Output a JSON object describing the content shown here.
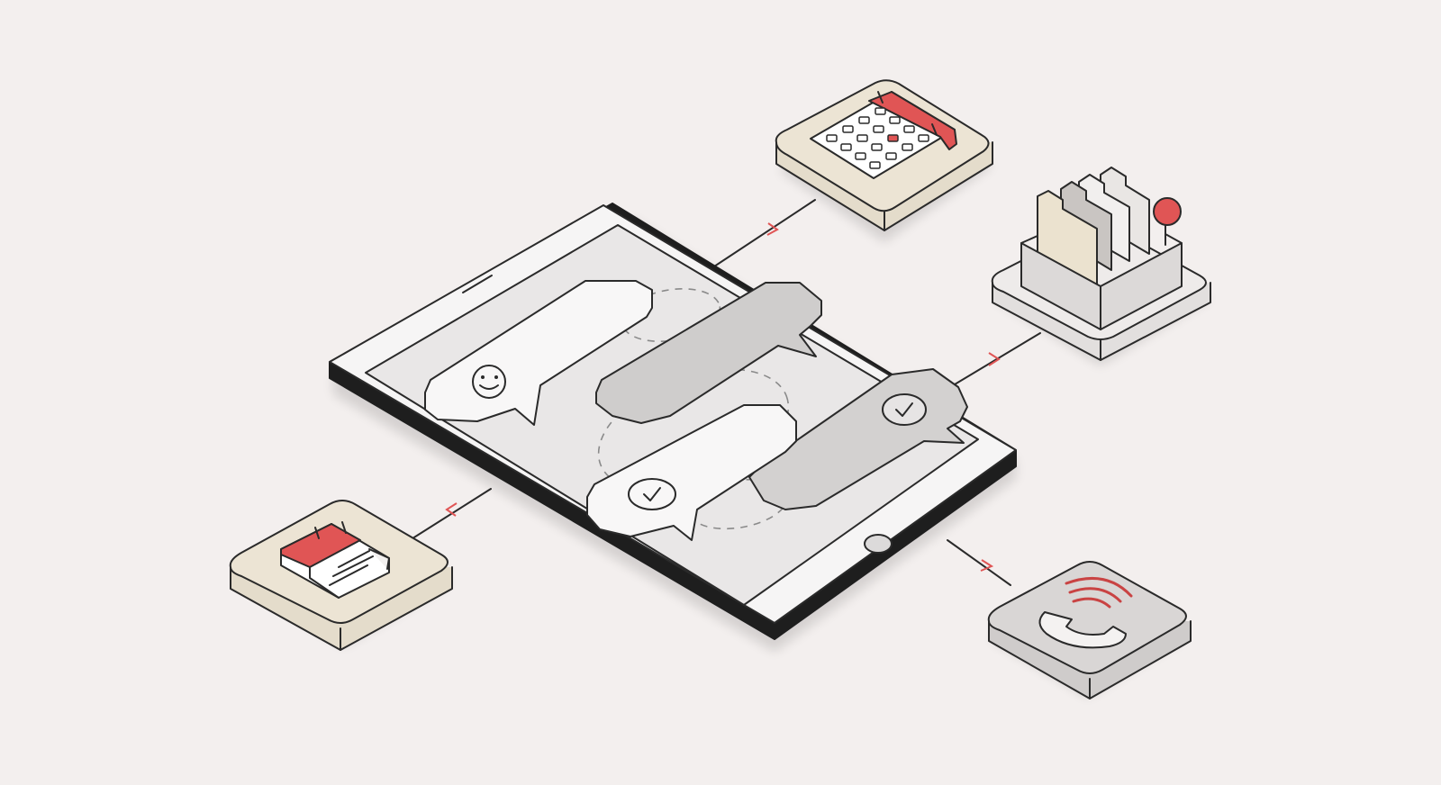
{
  "colors": {
    "background": "#f3efee",
    "outline": "#2a2a2a",
    "accent_red": "#e05555",
    "tile_cream": "#ece4d4",
    "tile_grey": "#d6d3d2",
    "bubble_white": "#f7f6f6",
    "bubble_grey": "#cfcdcc",
    "screen": "#e9e7e7"
  },
  "diagram": {
    "center": {
      "name": "tablet-chat-screen",
      "icon": "tablet-icon"
    },
    "nodes": [
      {
        "name": "calendar-grid",
        "icon": "calendar-grid-icon",
        "position": "top"
      },
      {
        "name": "file-organizer",
        "icon": "folder-box-icon",
        "position": "right"
      },
      {
        "name": "calendar-notes",
        "icon": "calendar-notes-icon",
        "position": "bottom-left"
      },
      {
        "name": "phone-call",
        "icon": "phone-call-icon",
        "position": "bottom-right"
      }
    ],
    "bubbles": [
      {
        "name": "smile-message",
        "icon": "smile-icon"
      },
      {
        "name": "grey-message",
        "icon": ""
      },
      {
        "name": "check-message-white",
        "icon": "check-icon"
      },
      {
        "name": "check-message-grey",
        "icon": "check-icon"
      }
    ]
  }
}
